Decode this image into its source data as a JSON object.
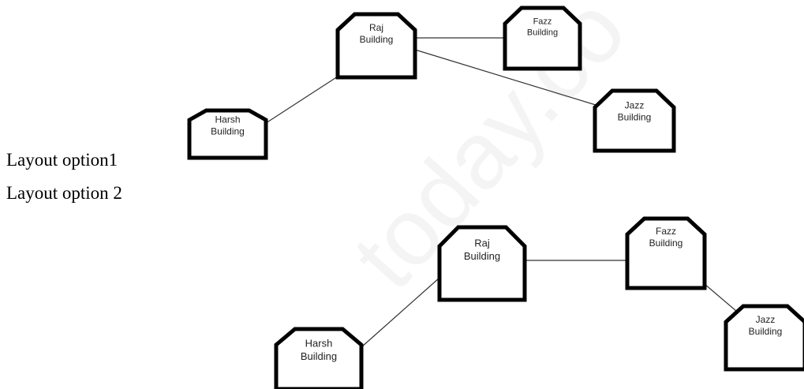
{
  "captions": {
    "option1": "Layout option1",
    "option2": "Layout option 2"
  },
  "watermark": "today.co",
  "layout1": {
    "buildings": [
      {
        "id": "raj",
        "line1": "Raj",
        "line2": "Building"
      },
      {
        "id": "fazz",
        "line1": "Fazz",
        "line2": "Building"
      },
      {
        "id": "harsh",
        "line1": "Harsh",
        "line2": "Building"
      },
      {
        "id": "jazz",
        "line1": "Jazz",
        "line2": "Building"
      }
    ],
    "links": [
      {
        "from": "harsh",
        "to": "raj"
      },
      {
        "from": "raj",
        "to": "fazz"
      },
      {
        "from": "raj",
        "to": "jazz"
      }
    ]
  },
  "layout2": {
    "buildings": [
      {
        "id": "raj",
        "line1": "Raj",
        "line2": "Building"
      },
      {
        "id": "fazz",
        "line1": "Fazz",
        "line2": "Building"
      },
      {
        "id": "harsh",
        "line1": "Harsh",
        "line2": "Building"
      },
      {
        "id": "jazz",
        "line1": "Jazz",
        "line2": "Building"
      }
    ],
    "links": [
      {
        "from": "harsh",
        "to": "raj"
      },
      {
        "from": "raj",
        "to": "fazz"
      },
      {
        "from": "fazz",
        "to": "jazz"
      }
    ]
  }
}
